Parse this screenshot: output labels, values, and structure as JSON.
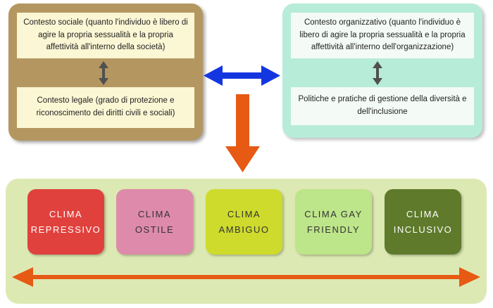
{
  "left_panel": {
    "social_context": "Contesto sociale  (quanto l'individuo è libero di agire la propria sessualità e la propria affettività all'interno della società)",
    "legal_context": "Contesto legale  (grado di protezione e riconoscimento dei diritti civili e sociali)"
  },
  "right_panel": {
    "organizational_context": "Contesto organizzativo  (quanto l'individuo è libero di agire la propria sessualità e la propria affettività all'interno dell'organizzazione)",
    "policies": "Politiche e pratiche di gestione della diversità e dell'inclusione"
  },
  "climates": [
    {
      "line1": "CLIMA",
      "line2": "REPRESSIVO",
      "bg": "#e1413d",
      "fg": "#ffffff"
    },
    {
      "line1": "CLIMA",
      "line2": "OSTILE",
      "bg": "#de8aaa",
      "fg": "#333333"
    },
    {
      "line1": "CLIMA",
      "line2": "AMBIGUO",
      "bg": "#cedb2c",
      "fg": "#333333"
    },
    {
      "line1": "CLIMA GAY",
      "line2": "FRIENDLY",
      "bg": "#bde58a",
      "fg": "#333333"
    },
    {
      "line1": "CLIMA",
      "line2": "INCLUSIVO",
      "bg": "#5e7a2a",
      "fg": "#ffffff"
    }
  ],
  "colors": {
    "blue_arrow": "#1436e0",
    "orange_arrow": "#e65a14",
    "grey_arrow": "#505050"
  }
}
